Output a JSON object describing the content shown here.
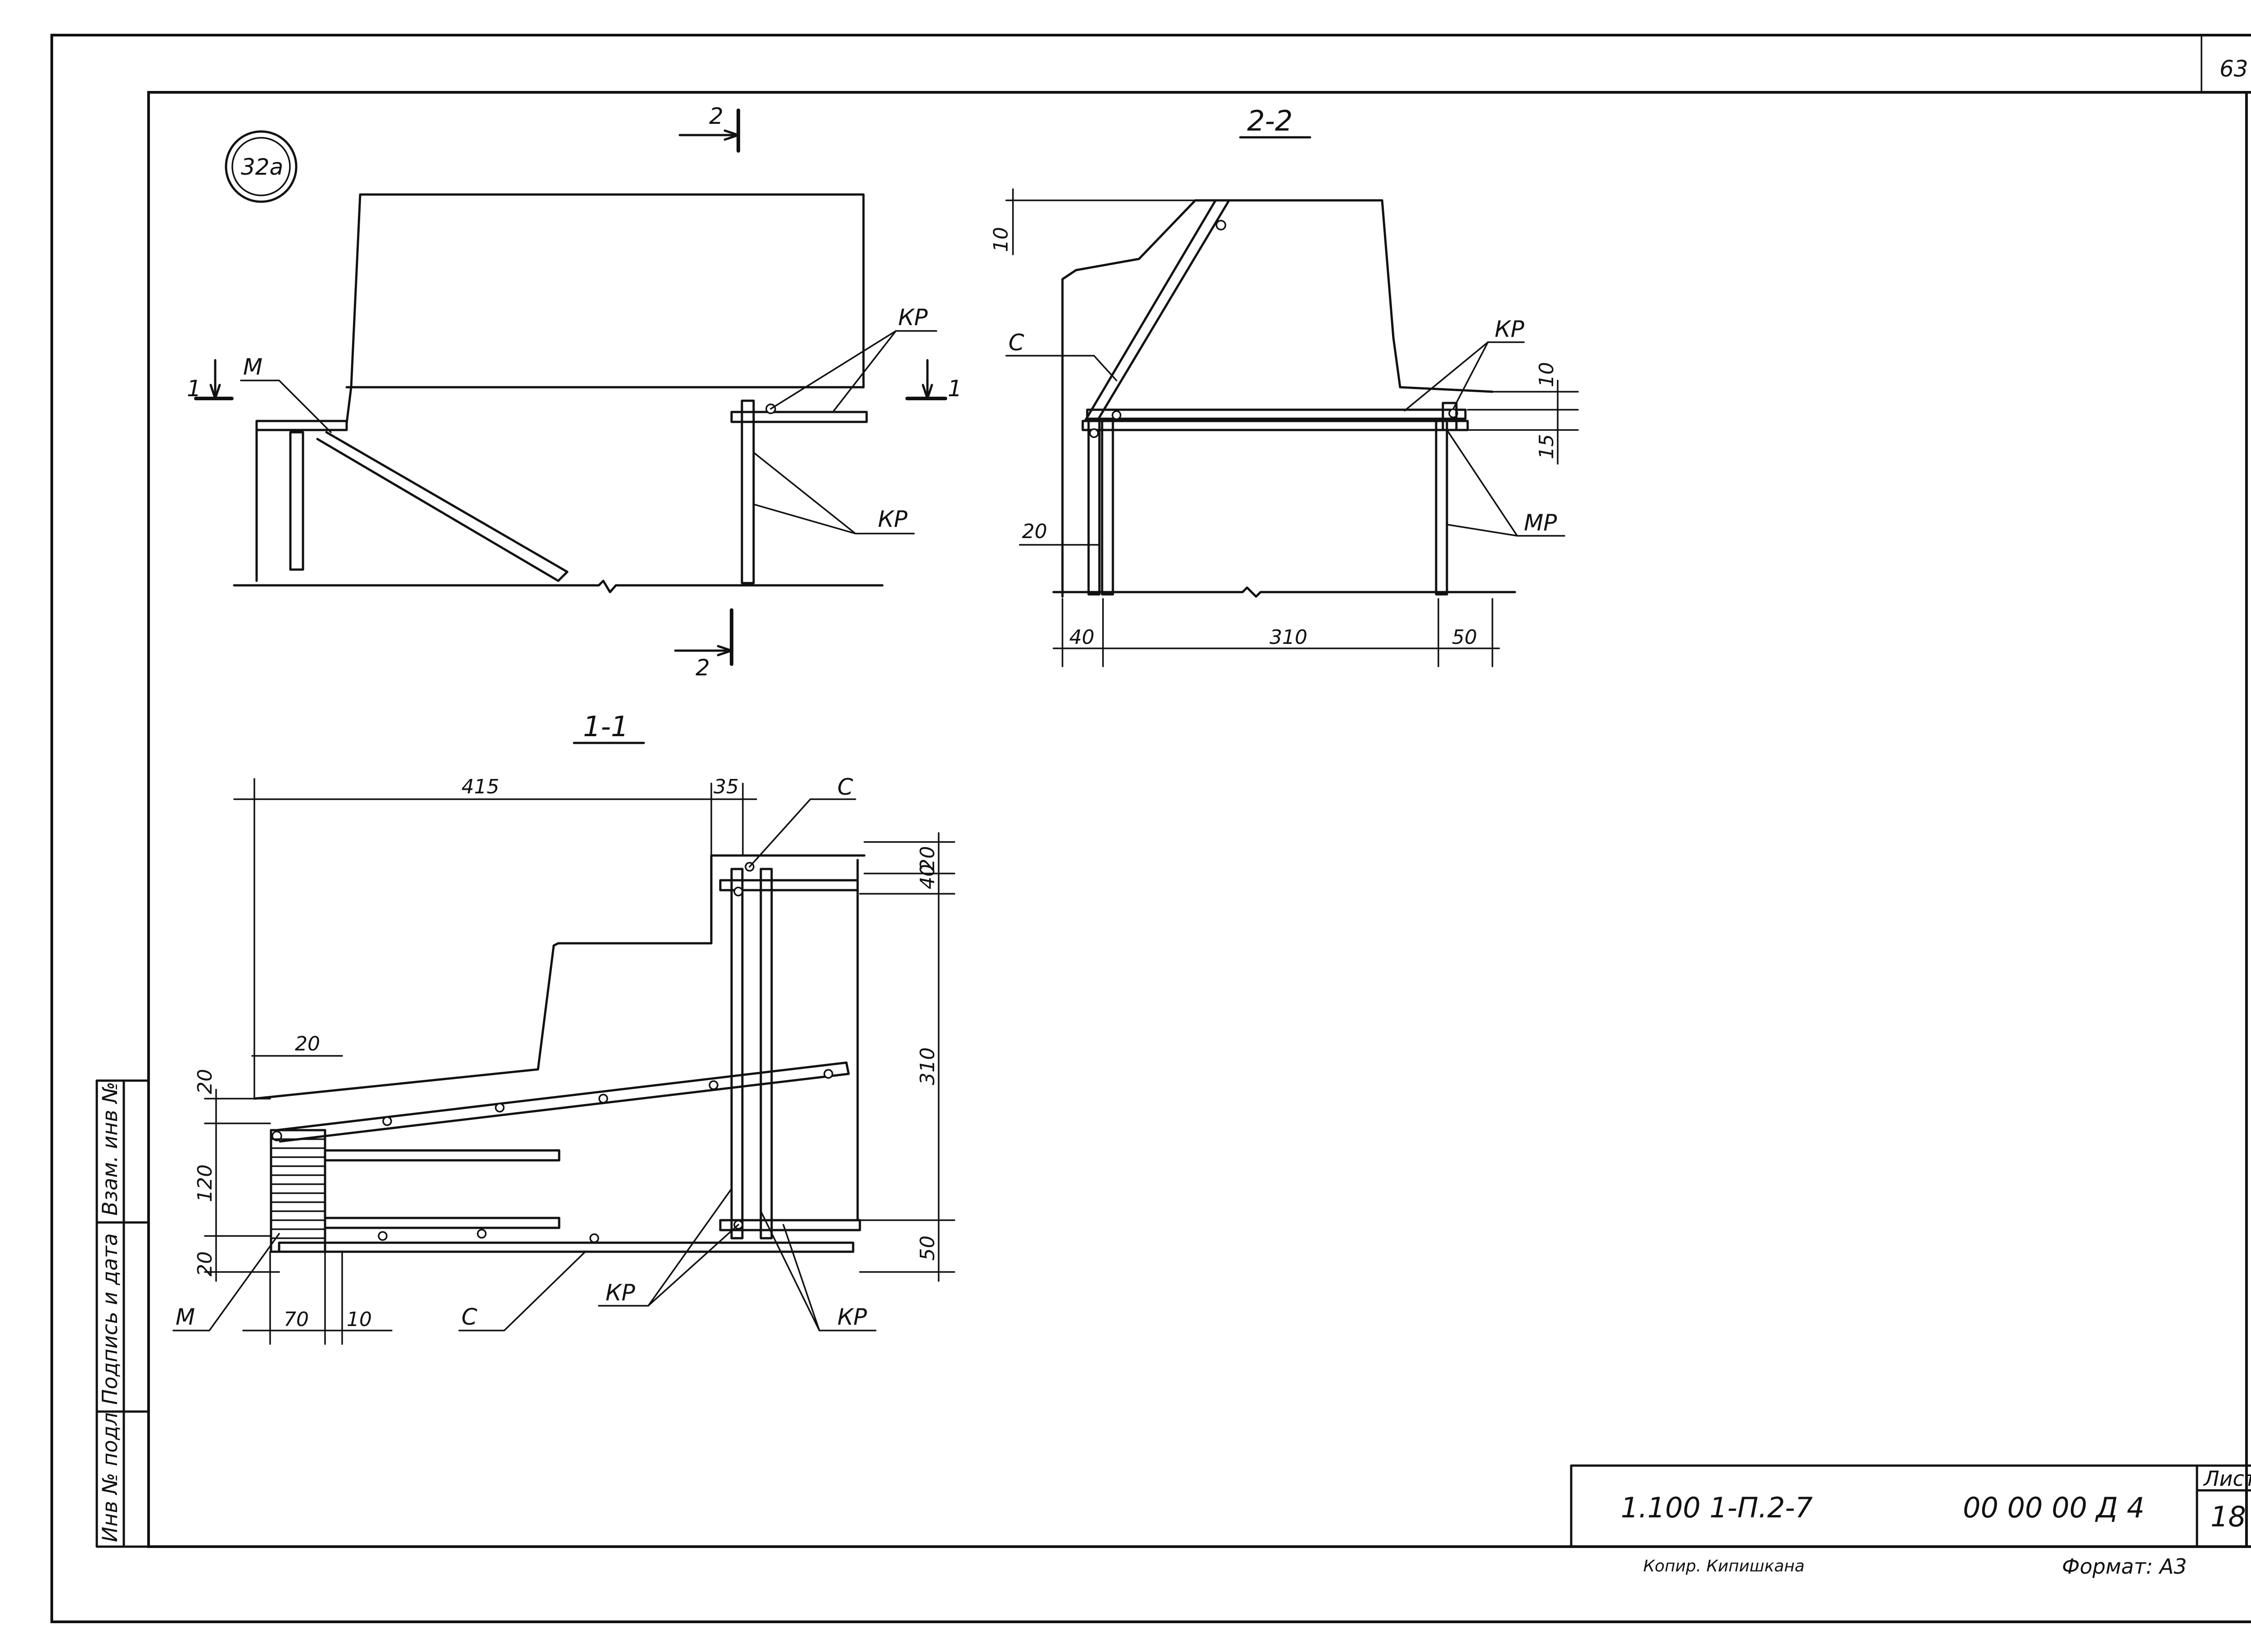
{
  "sheet": {
    "page_number": "63",
    "badge": "32а"
  },
  "views": {
    "main": {
      "cut_2_top": "2",
      "cut_2_bottom": "2",
      "cut_1_left": "1",
      "cut_1_right": "1",
      "label_m": "М",
      "label_kr_top": "КР",
      "label_kr_bottom": "КР"
    },
    "section_2_2": {
      "title": "2-2",
      "label_c": "С",
      "label_kr": "КР",
      "label_mr": "МР",
      "dims": [
        "10",
        "10",
        "15",
        "20",
        "40",
        "310",
        "50"
      ]
    },
    "section_1_1": {
      "title": "1-1",
      "label_c_top": "С",
      "label_c_bottom": "С",
      "label_m": "М",
      "label_kr_left": "КР",
      "label_kr_right": "КР",
      "dims": [
        "415",
        "35",
        "20",
        "40",
        "310",
        "50",
        "20",
        "120",
        "20",
        "20",
        "70",
        "10"
      ]
    }
  },
  "side_stamp": {
    "cells": [
      "Взам. инв №",
      "Подпись и дата",
      "Инв № подл"
    ]
  },
  "title_block": {
    "code": "1.100 1-П.2-7",
    "doc_number": "00 00 00 Д 4",
    "sheet_label": "Лист",
    "sheet_no": "18"
  },
  "footer": {
    "copied_by": "Копир. Кипишкана",
    "format": "Формат: А3"
  }
}
